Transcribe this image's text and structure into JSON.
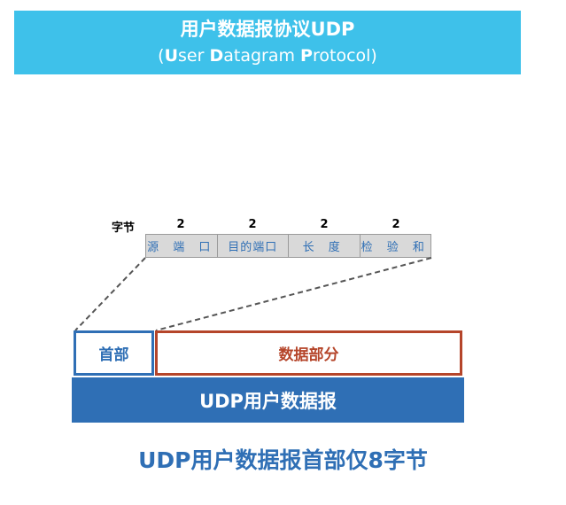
{
  "banner": {
    "title": "用户数据报协议UDP",
    "subtitle_parts": [
      {
        "text": "(",
        "bold": false
      },
      {
        "text": "U",
        "bold": true
      },
      {
        "text": "ser ",
        "bold": false
      },
      {
        "text": "D",
        "bold": true
      },
      {
        "text": "atagram ",
        "bold": false
      },
      {
        "text": "P",
        "bold": true
      },
      {
        "text": "rotocol)",
        "bold": false
      }
    ]
  },
  "header_format": {
    "bytes_label": "字节",
    "byte_counts": [
      "2",
      "2",
      "2",
      "2"
    ],
    "fields": [
      "源 端 口",
      "目的端口",
      "长 度",
      "检 验 和"
    ]
  },
  "datagram": {
    "header_label": "首部",
    "data_label": "数据部分",
    "udp_label": "UDP用户数据报"
  },
  "caption": "UDP用户数据报首部仅8字节",
  "colors": {
    "banner": "#3ec1ea",
    "blue": "#2f6fb5",
    "red": "#b5452a",
    "field_bg": "#d9d9d9"
  }
}
